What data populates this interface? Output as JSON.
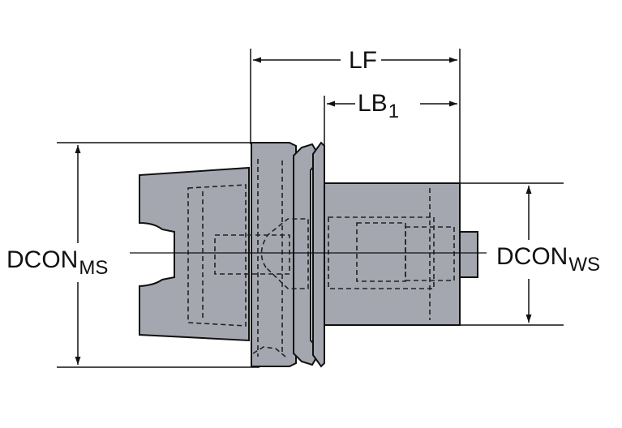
{
  "diagram": {
    "dimensions": {
      "lf": {
        "main": "LF",
        "sub": ""
      },
      "lb1": {
        "main": "LB",
        "sub": "1"
      },
      "dcon_ms": {
        "main": "DCON",
        "sub": "MS"
      },
      "dcon_ws": {
        "main": "DCON",
        "sub": "WS"
      }
    },
    "colors": {
      "body_fill": "#a5a7b0",
      "outline": "#111111",
      "hidden_line": "#222222",
      "background": "#ffffff"
    }
  }
}
